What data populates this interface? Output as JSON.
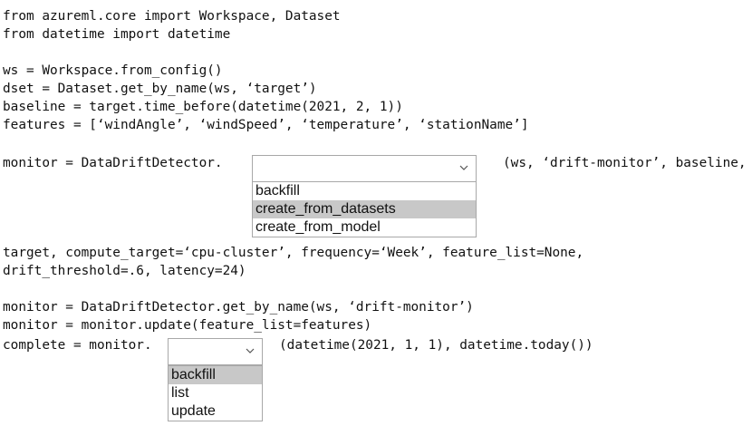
{
  "code": {
    "import_line_1": "from azureml.core import Workspace, Dataset",
    "import_line_2": "from datetime import datetime",
    "ws_line": "ws = Workspace.from_config()",
    "dset_line": "dset = Dataset.get_by_name(ws, ‘target’)",
    "baseline_line": "baseline = target.time_before(datetime(2021, 2, 1))",
    "features_line": "features = [‘windAngle’, ‘windSpeed’, ‘temperature’, ‘stationName’]",
    "monitor_prefix": "monitor = DataDriftDetector.",
    "monitor_suffix": "(ws, ‘drift-monitor’, baseline,",
    "target_line": "target, compute_target=‘cpu-cluster’, frequency=‘Week’, feature_list=None,",
    "drift_line": "drift_threshold=.6, latency=24)",
    "get_line": "monitor = DataDriftDetector.get_by_name(ws, ‘drift-monitor’)",
    "update_line": "monitor = monitor.update(feature_list=features)",
    "complete_prefix": "complete = monitor.",
    "complete_suffix": "(datetime(2021, 1, 1), datetime.today())"
  },
  "dropdown1": {
    "icon": "chevron-down-icon",
    "options": [
      "backfill",
      "create_from_datasets",
      "create_from_model"
    ],
    "highlighted": "create_from_datasets"
  },
  "dropdown2": {
    "icon": "chevron-down-icon",
    "options": [
      "backfill",
      "list",
      "update"
    ],
    "highlighted": "backfill"
  },
  "colors": {
    "highlight": "#c8c8c8",
    "border": "#a8a8a8",
    "text": "#111111"
  }
}
